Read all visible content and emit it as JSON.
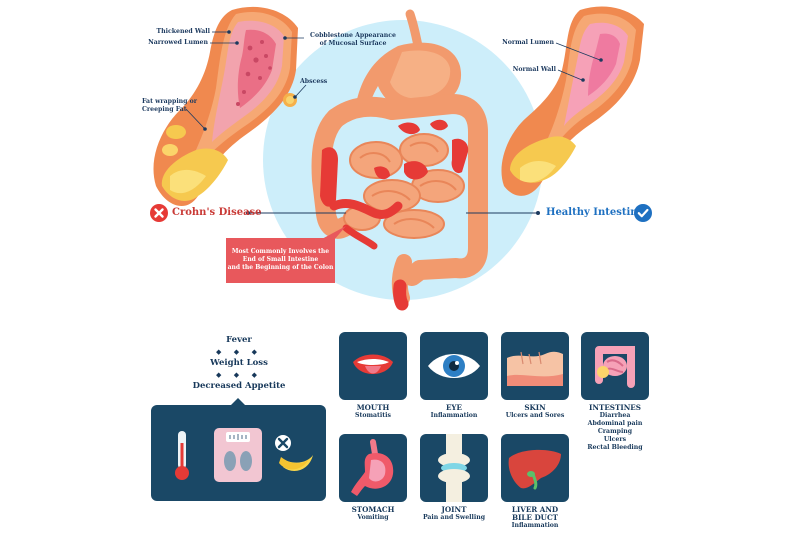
{
  "crohns_annotations": {
    "thickened_wall": "Thickened Wall",
    "narrowed_lumen": "Narrowed Lumen",
    "cobblestone": "Cobblestone Appearance of Mucosal Surface",
    "abscess": "Abscess",
    "fat_wrapping": "Fat wrapping or Creeping Fat"
  },
  "healthy_annotations": {
    "normal_lumen": "Normal Lumen",
    "normal_wall": "Normal Wall"
  },
  "legend": {
    "crohns_label": "Crohn's Disease",
    "healthy_label": "Healthy Intestine"
  },
  "callout": {
    "line1": "Most Commonly Involves the",
    "line2": "End of Small Intestine",
    "line3": "and the Beginning of the Colon"
  },
  "symptoms": {
    "items": [
      "Fever",
      "Weight Loss",
      "Decreased Appetite"
    ],
    "separator": "◆ ◆ ◆"
  },
  "tiles": [
    {
      "title": "MOUTH",
      "lines": [
        "Stomatitis"
      ]
    },
    {
      "title": "EYE",
      "lines": [
        "Inflammation"
      ]
    },
    {
      "title": "SKIN",
      "lines": [
        "Ulcers and Sores"
      ]
    },
    {
      "title": "INTESTINES",
      "lines": [
        "Diarrhea",
        "Abdominal pain",
        "Cramping",
        "Ulcers",
        "Rectal Bleeding"
      ]
    },
    {
      "title": "STOMACH",
      "lines": [
        "Vomiting"
      ]
    },
    {
      "title": "JOINT",
      "lines": [
        "Pain and Swelling"
      ]
    },
    {
      "title": "LIVER AND BILE DUCT",
      "title_lines": [
        "LIVER AND",
        "BILE DUCT"
      ],
      "lines": [
        "Inflammation"
      ]
    }
  ],
  "colors": {
    "navy": "#1a4866",
    "crohns_red": "#e63a36",
    "healthy_blue": "#1e70c1",
    "bg_circle": "#cdeefa",
    "intestine": "#f29a6d",
    "callout": "#e8585c"
  }
}
